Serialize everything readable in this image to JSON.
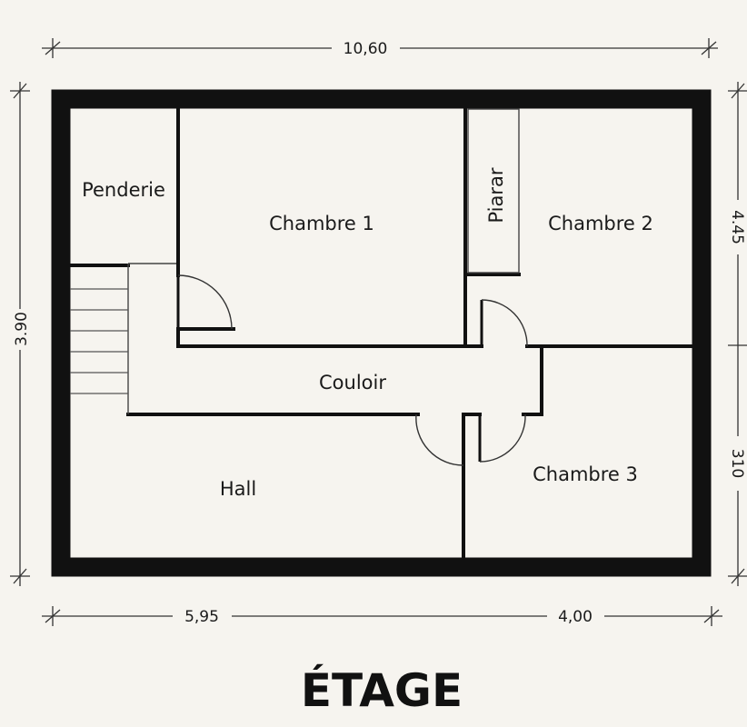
{
  "title": "ÉTAGE",
  "colors": {
    "background": "#f6f4ef",
    "wall": "#111111",
    "text": "#1a1a1a"
  },
  "rooms": {
    "penderie": "Penderie",
    "chambre1": "Chambre 1",
    "piarar": "Piarar",
    "chambre2": "Chambre 2",
    "couloir": "Couloir",
    "hall": "Hall",
    "chambre3": "Chambre 3"
  },
  "dimensions": {
    "top_width": "10,60",
    "left_height": "3.90",
    "right_upper": "4.45",
    "right_lower": "310",
    "bottom_left": "5,95",
    "bottom_right": "4,00"
  }
}
